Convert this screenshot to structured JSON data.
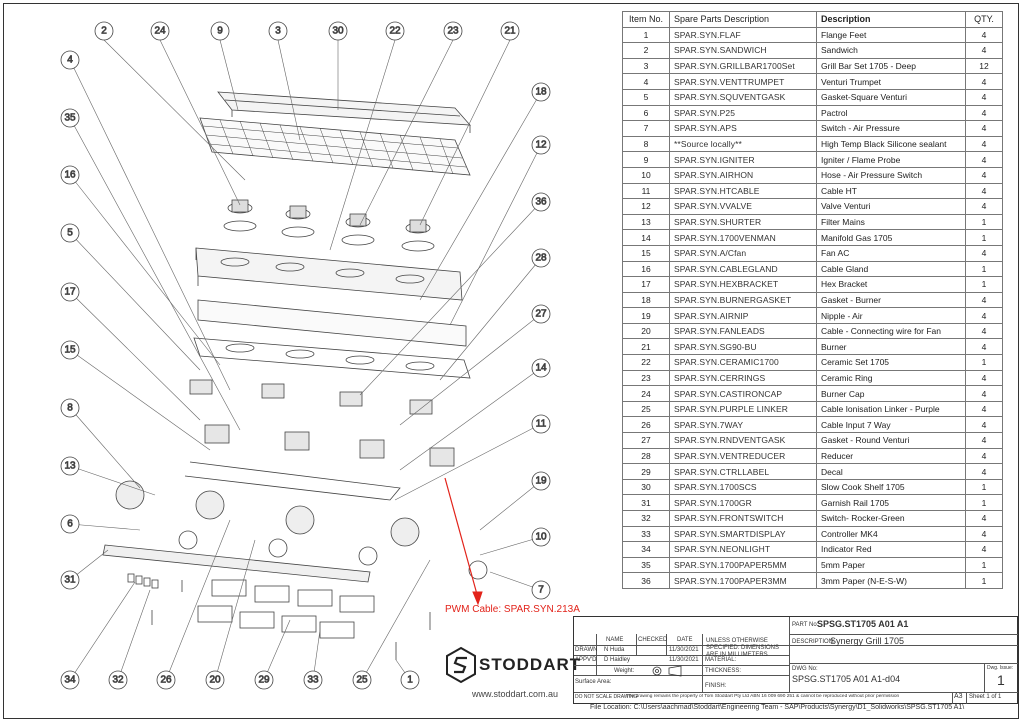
{
  "bom": {
    "headers": [
      "Item No.",
      "Spare Parts Description",
      "Description",
      "QTY."
    ],
    "rows": [
      [
        "1",
        "SPAR.SYN.FLAF",
        "Flange Feet",
        "4"
      ],
      [
        "2",
        "SPAR.SYN.SANDWICH",
        "Sandwich",
        "4"
      ],
      [
        "3",
        "SPAR.SYN.GRILLBAR1700Set",
        "Grill Bar Set 1705 - Deep",
        "12"
      ],
      [
        "4",
        "SPAR.SYN.VENTTRUMPET",
        "Venturi Trumpet",
        "4"
      ],
      [
        "5",
        "SPAR.SYN.SQUVENTGASK",
        "Gasket-Square Venturi",
        "4"
      ],
      [
        "6",
        "SPAR.SYN.P25",
        "Pactrol",
        "4"
      ],
      [
        "7",
        "SPAR.SYN.APS",
        "Switch - Air Pressure",
        "4"
      ],
      [
        "8",
        "**Source locally**",
        "High Temp Black Silicone sealant",
        "4"
      ],
      [
        "9",
        "SPAR.SYN.IGNITER",
        "Igniter / Flame Probe",
        "4"
      ],
      [
        "10",
        "SPAR.SYN.AIRHON",
        "Hose - Air Pressure Switch",
        "4"
      ],
      [
        "11",
        "SPAR.SYN.HTCABLE",
        "Cable HT",
        "4"
      ],
      [
        "12",
        "SPAR.SYN.VVALVE",
        "Valve Venturi",
        "4"
      ],
      [
        "13",
        "SPAR.SYN.SHURTER",
        "Filter Mains",
        "1"
      ],
      [
        "14",
        "SPAR.SYN.1700VENMAN",
        "Manifold Gas 1705",
        "1"
      ],
      [
        "15",
        "SPAR.SYN.A/Cfan",
        "Fan AC",
        "4"
      ],
      [
        "16",
        "SPAR.SYN.CABLEGLAND",
        "Cable Gland",
        "1"
      ],
      [
        "17",
        "SPAR.SYN.HEXBRACKET",
        "Hex Bracket",
        "1"
      ],
      [
        "18",
        "SPAR.SYN.BURNERGASKET",
        "Gasket - Burner",
        "4"
      ],
      [
        "19",
        "SPAR.SYN.AIRNIP",
        "Nipple - Air",
        "4"
      ],
      [
        "20",
        "SPAR.SYN.FANLEADS",
        "Cable - Connecting wire for Fan",
        "4"
      ],
      [
        "21",
        "SPAR.SYN.SG90-BU",
        "Burner",
        "4"
      ],
      [
        "22",
        "SPAR.SYN.CERAMIC1700",
        "Ceramic Set 1705",
        "1"
      ],
      [
        "23",
        "SPAR.SYN.CERRINGS",
        "Ceramic Ring",
        "4"
      ],
      [
        "24",
        "SPAR.SYN.CASTIRONCAP",
        "Burner Cap",
        "4"
      ],
      [
        "25",
        "SPAR.SYN.PURPLE LINKER",
        "Cable Ionisation Linker - Purple",
        "4"
      ],
      [
        "26",
        "SPAR.SYN.7WAY",
        "Cable Input 7 Way",
        "4"
      ],
      [
        "27",
        "SPAR.SYN.RNDVENTGASK",
        "Gasket - Round Venturi",
        "4"
      ],
      [
        "28",
        "SPAR.SYN.VENTREDUCER",
        "Reducer",
        "4"
      ],
      [
        "29",
        "SPAR.SYN.CTRLLABEL",
        "Decal",
        "4"
      ],
      [
        "30",
        "SPAR.SYN.1700SCS",
        "Slow Cook Shelf 1705",
        "1"
      ],
      [
        "31",
        "SPAR.SYN.1700GR",
        "Garnish Rail 1705",
        "1"
      ],
      [
        "32",
        "SPAR.SYN.FRONTSWITCH",
        "Switch- Rocker-Green",
        "4"
      ],
      [
        "33",
        "SPAR.SYN.SMARTDISPLAY",
        "Controller MK4",
        "4"
      ],
      [
        "34",
        "SPAR.SYN.NEONLIGHT",
        "Indicator Red",
        "4"
      ],
      [
        "35",
        "SPAR.SYN.1700PAPER5MM",
        "5mm Paper",
        "1"
      ],
      [
        "36",
        "SPAR.SYN.1700PAPER3MM",
        "3mm Paper (N-E-S-W)",
        "1"
      ]
    ]
  },
  "balloons": [
    "2",
    "24",
    "9",
    "3",
    "30",
    "22",
    "23",
    "21",
    "4",
    "18",
    "35",
    "12",
    "16",
    "36",
    "5",
    "28",
    "17",
    "27",
    "15",
    "14",
    "8",
    "11",
    "13",
    "19",
    "6",
    "10",
    "31",
    "7",
    "34",
    "32",
    "26",
    "20",
    "29",
    "33",
    "25",
    "1"
  ],
  "annotation": {
    "pwm_cable": "PWM Cable: SPAR.SYN.213A"
  },
  "title_block": {
    "part_no_label": "PART No:",
    "part_no": "SPSG.ST1705 A01 A1",
    "description_label": "DESCRIPTION:",
    "description": "Synergy Grill 1705",
    "col_name": "NAME",
    "col_checked": "CHECKED",
    "col_date": "DATE",
    "drawn_label": "DRAWN",
    "drawn_name": "N Huda",
    "drawn_date": "11/30/2021",
    "apprvd_label": "APPV'D",
    "apprvd_name": "D Haidley",
    "apprvd_date": "11/30/2021",
    "tolerance_note": "UNLESS OTHERWISE SPECIFIED: DIMENSIONS ARE IN MILLIMETERS",
    "material_label": "MATERIAL:",
    "weight_label": "Weight:",
    "thickness_label": "THICKNESS:",
    "surface_label": "Surface Area:",
    "finish_label": "FINISH:",
    "dwg_label": "DWG No:",
    "dwg_no": "SPSG.ST1705 A01 A1-d04",
    "issue_label": "Dwg. Issue:",
    "issue": "1",
    "no_scale": "DO NOT SCALE DRAWING",
    "copyright": "The drawing remains the property of Tom Stoddart Pty Ltd ABN 16 009 690 251 & cannot be reproduced without prior permission",
    "sheet_size": "A3",
    "sheet": "Sheet 1 of 1"
  },
  "brand": {
    "name": "STODDART",
    "website": "www.stoddart.com.au"
  },
  "file_location": "File Location: C:\\Users\\aachmad\\Stoddart\\Engineering Team - SAP\\Products\\Synergy\\D1_Solidworks\\SPSG.ST1705 A1\\",
  "colors": {
    "annotation_red": "#e2231a",
    "line": "#333333"
  }
}
